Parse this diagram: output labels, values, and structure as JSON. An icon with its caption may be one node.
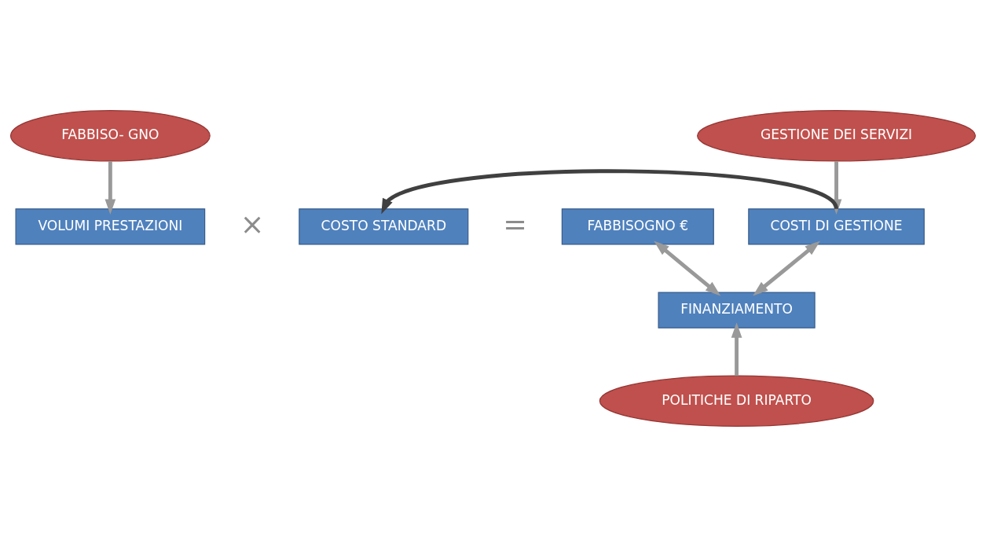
{
  "diagram": {
    "nodes": [
      {
        "text": [
          "FABBISO- GNO"
        ]
      },
      {
        "text": [
          "GESTIONE DEI SERVIZI"
        ]
      },
      {
        "text": [
          "VOLUMI PRESTAZIONI"
        ]
      },
      {
        "text": [
          "COSTO STANDARD"
        ]
      },
      {
        "text": [
          "FABBISOGNO €"
        ]
      },
      {
        "text": [
          "COSTI DI GESTIONE"
        ]
      },
      {
        "text": [
          "FINANZIAMENTO"
        ]
      },
      {
        "text": [
          "POLITICHE DI RIPARTO"
        ]
      }
    ],
    "edges": [
      {
        "from": 0,
        "to": 2,
        "arrow": "to"
      },
      {
        "from": 1,
        "to": 5,
        "arrow": "to"
      },
      {
        "from": 5,
        "to": 3,
        "arrow": "to",
        "color": "#404040"
      },
      {
        "from": 4,
        "to": 6,
        "arrow": "both"
      },
      {
        "from": 5,
        "to": 6,
        "arrow": "both"
      },
      {
        "from": 7,
        "to": 6,
        "arrow": "to"
      }
    ],
    "labels": [
      "×",
      "="
    ]
  }
}
